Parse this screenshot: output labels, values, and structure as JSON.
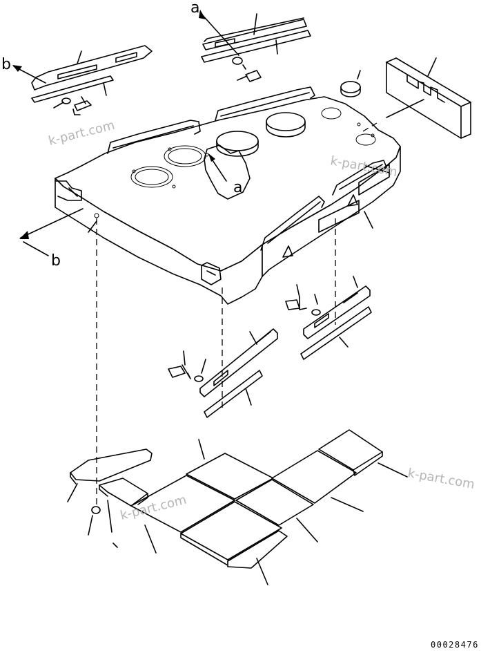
{
  "callouts": {
    "ref_a": "a",
    "ref_b": "b"
  },
  "watermark": "k-part.com",
  "document_number": "00028476"
}
